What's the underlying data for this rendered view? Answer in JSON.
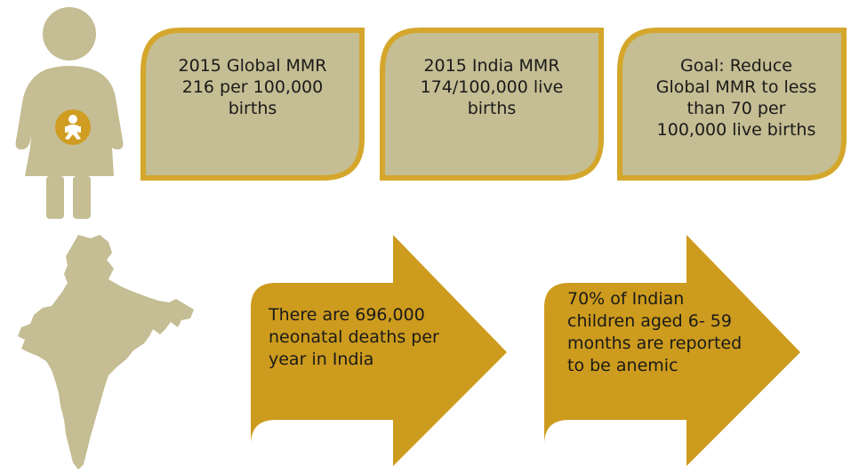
{
  "colors": {
    "figure_fill": "#c5bd93",
    "box_fill": "#c5bd93",
    "box_border": "#d4a72c",
    "arrow_fill": "#cd9b1d",
    "baby_circle": "#d09d22",
    "text": "#1a1a1a"
  },
  "icons": {
    "woman": "pregnant-woman-icon",
    "baby": "baby-icon",
    "map": "india-map-icon"
  },
  "stats": [
    {
      "lines": [
        "2015 Global MMR",
        "216 per 100,000",
        "births"
      ]
    },
    {
      "lines": [
        "2015 India MMR",
        "174/100,000 live",
        "births"
      ]
    },
    {
      "lines": [
        "Goal: Reduce",
        "Global MMR to less",
        "than 70 per",
        "100,000 live births"
      ]
    }
  ],
  "arrows": [
    {
      "lines": [
        "There are 696,000",
        "neonatal deaths per",
        "year in India"
      ]
    },
    {
      "lines": [
        "70% of Indian",
        "children aged 6- 59",
        "months are reported",
        "to be anemic"
      ]
    }
  ]
}
